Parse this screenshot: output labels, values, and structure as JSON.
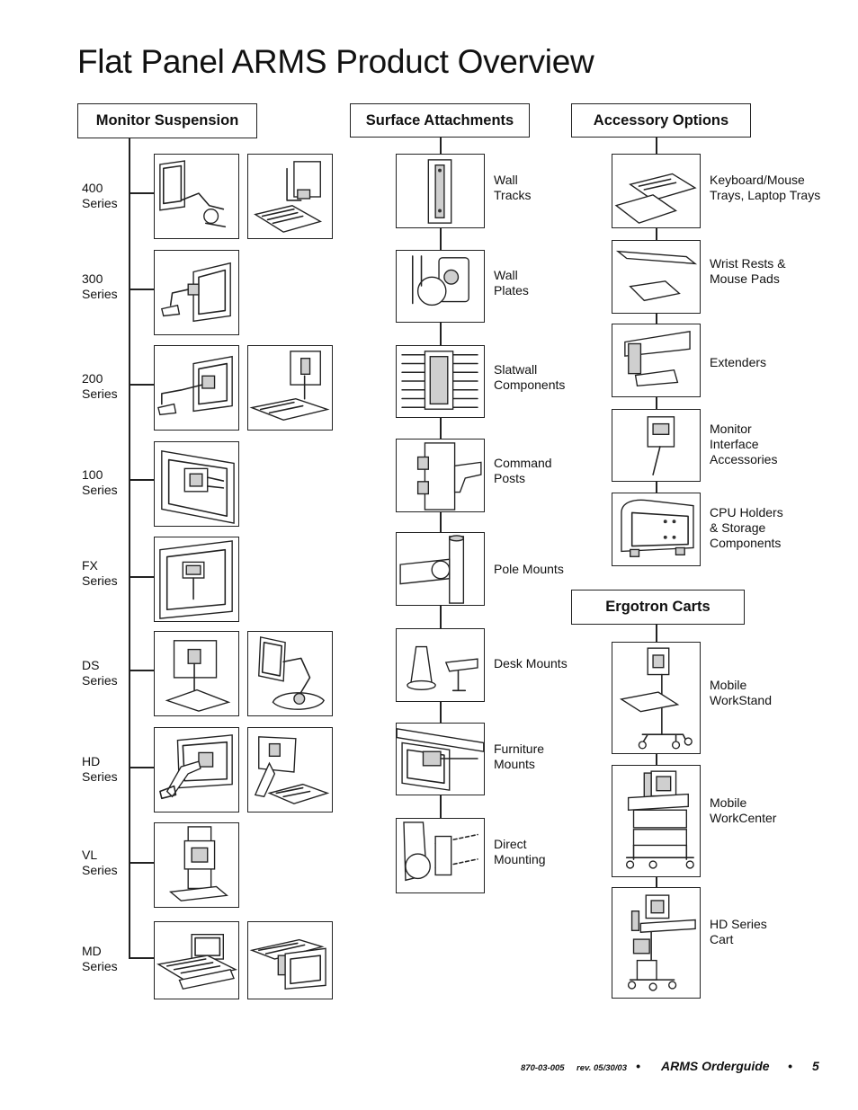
{
  "page_title": "Flat Panel ARMS Product Overview",
  "sections": {
    "monitor_suspension": "Monitor Suspension",
    "surface_attachments": "Surface Attachments",
    "accessory_options": "Accessory Options",
    "ergotron_carts": "Ergotron Carts"
  },
  "monitor_series": [
    {
      "label": "400\nSeries",
      "icon": "monitor-arm-keyboard-icon"
    },
    {
      "label": "300\nSeries",
      "icon": "monitor-arm-icon"
    },
    {
      "label": "200\nSeries",
      "icon": "monitor-arm-icon"
    },
    {
      "label": "100\nSeries",
      "icon": "monitor-mount-icon"
    },
    {
      "label": "FX\nSeries",
      "icon": "monitor-mount-icon"
    },
    {
      "label": "DS\nSeries",
      "icon": "desk-stand-icon"
    },
    {
      "label": "HD\nSeries",
      "icon": "heavy-duty-arm-icon"
    },
    {
      "label": "VL\nSeries",
      "icon": "vertical-lift-icon"
    },
    {
      "label": "MD\nSeries",
      "icon": "monitor-drawer-icon"
    }
  ],
  "surface_attachments": [
    {
      "label": "Wall\nTracks",
      "icon": "wall-track-icon"
    },
    {
      "label": "Wall\nPlates",
      "icon": "wall-plate-icon"
    },
    {
      "label": "Slatwall\nComponents",
      "icon": "slatwall-icon"
    },
    {
      "label": "Command\nPosts",
      "icon": "command-post-icon"
    },
    {
      "label": "Pole Mounts",
      "icon": "pole-mount-icon"
    },
    {
      "label": "Desk Mounts",
      "icon": "desk-mount-icon"
    },
    {
      "label": "Furniture\nMounts",
      "icon": "furniture-mount-icon"
    },
    {
      "label": "Direct\nMounting",
      "icon": "direct-mount-icon"
    }
  ],
  "accessory_options": [
    {
      "label": "Keyboard/Mouse\nTrays, Laptop Trays",
      "icon": "keyboard-tray-icon"
    },
    {
      "label": "Wrist Rests &\nMouse Pads",
      "icon": "wrist-rest-icon"
    },
    {
      "label": "Extenders",
      "icon": "extender-icon"
    },
    {
      "label": "Monitor\nInterface\nAccessories",
      "icon": "monitor-interface-icon"
    },
    {
      "label": "CPU Holders\n& Storage\nComponents",
      "icon": "cpu-holder-icon"
    }
  ],
  "ergotron_carts": [
    {
      "label": "Mobile\nWorkStand",
      "icon": "mobile-workstand-icon"
    },
    {
      "label": "Mobile\nWorkCenter",
      "icon": "mobile-workcenter-icon"
    },
    {
      "label": "HD Series\nCart",
      "icon": "hd-cart-icon"
    }
  ],
  "footer": {
    "doc_number": "870-03-005",
    "revision": "rev. 05/30/03",
    "bullet": "•",
    "guide_name": "ARMS Orderguide",
    "page_number": "5"
  }
}
